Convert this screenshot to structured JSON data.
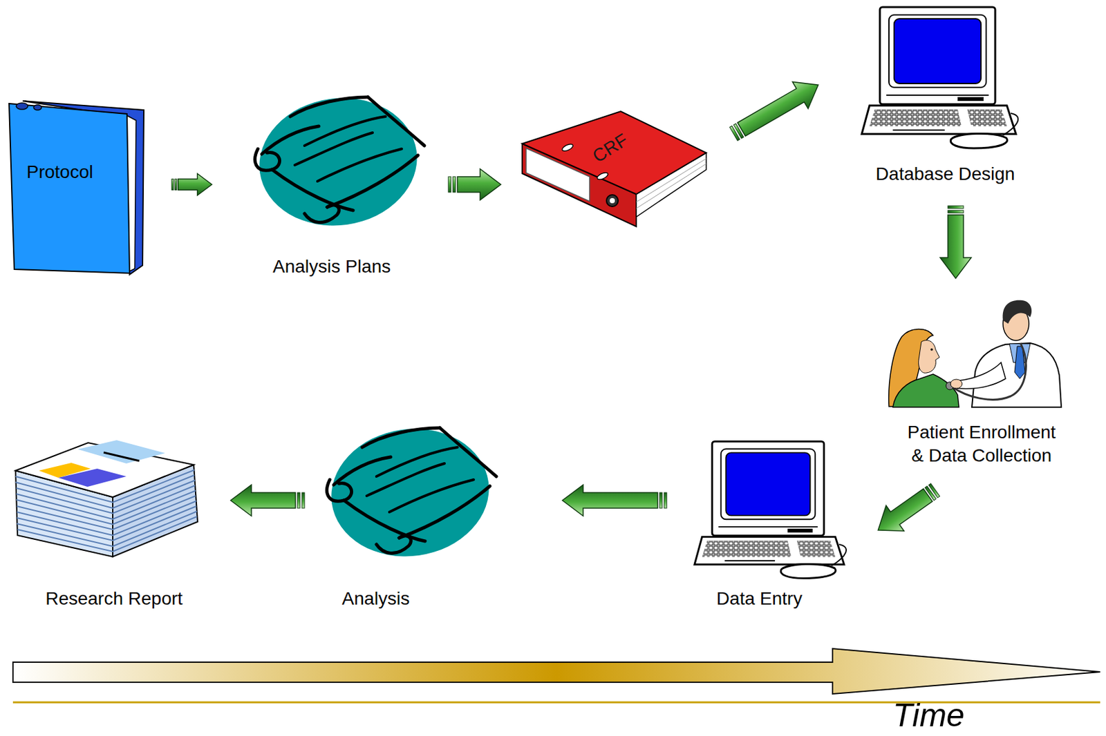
{
  "diagram": {
    "nodes": [
      {
        "text": [
          "Protocol"
        ]
      },
      {
        "text": [
          "Analysis Plans"
        ]
      },
      {
        "text": [
          "CRF"
        ]
      },
      {
        "text": [
          "Database Design"
        ]
      },
      {
        "text": [
          "Patient Enrollment & Data Collection"
        ]
      },
      {
        "text": [
          "Data Entry"
        ]
      },
      {
        "text": [
          "Analysis"
        ]
      },
      {
        "text": [
          "Research Report"
        ]
      }
    ],
    "edges": [
      {
        "from": 0,
        "to": 1,
        "arrow": "to"
      },
      {
        "from": 1,
        "to": 2,
        "arrow": "to"
      },
      {
        "from": 2,
        "to": 3,
        "arrow": "to"
      },
      {
        "from": 3,
        "to": 4,
        "arrow": "to"
      },
      {
        "from": 4,
        "to": 5,
        "arrow": "to"
      },
      {
        "from": 5,
        "to": 6,
        "arrow": "to"
      },
      {
        "from": 6,
        "to": 7,
        "arrow": "to"
      }
    ],
    "labels": [
      "Time"
    ]
  }
}
